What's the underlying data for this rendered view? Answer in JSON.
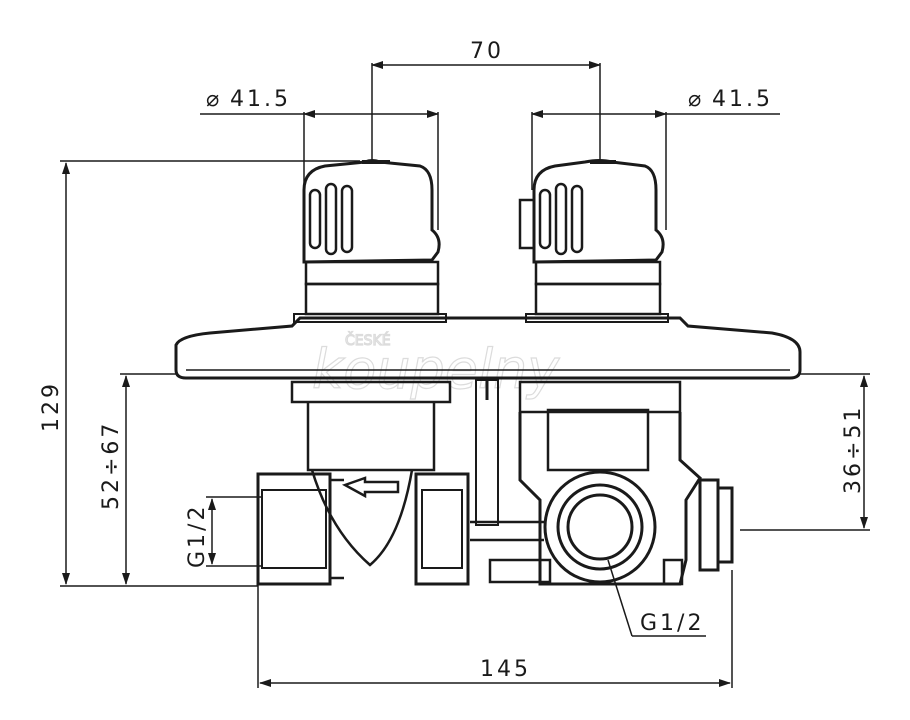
{
  "dimensions": {
    "center_distance": "70",
    "left_knob_diameter": "41.5",
    "right_knob_diameter": "41.5",
    "total_height": "129",
    "inlet_depth_range": "52÷67",
    "outlet_depth_range": "36÷51",
    "left_thread": "G1/2",
    "bottom_thread": "G1/2",
    "total_width": "145"
  },
  "watermark": {
    "small": "ČESKÉ",
    "large": "koupelny"
  },
  "symbols": {
    "diameter": "⌀"
  },
  "colors": {
    "line": "#1a1a1a",
    "watermark": "#dcdcdc"
  }
}
